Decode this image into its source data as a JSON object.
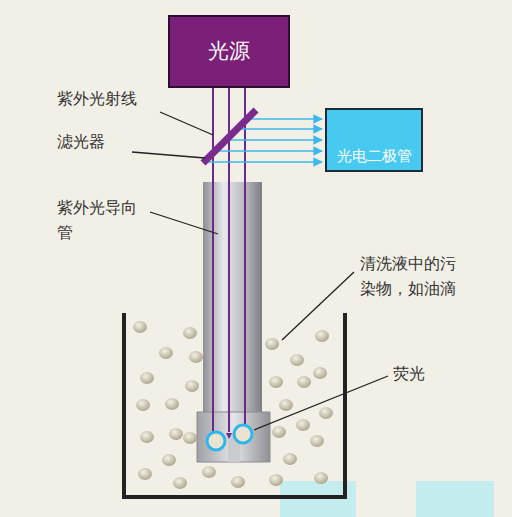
{
  "diagram": {
    "nodes": [
      {
        "text": [
          "光源"
        ]
      },
      {
        "text": [
          "光电二极管"
        ]
      }
    ],
    "labels": [
      "紫外光射线",
      "滤光器",
      "紫外光导向 管",
      "清洗液中的污 染物，如油滴",
      "荧光"
    ]
  }
}
